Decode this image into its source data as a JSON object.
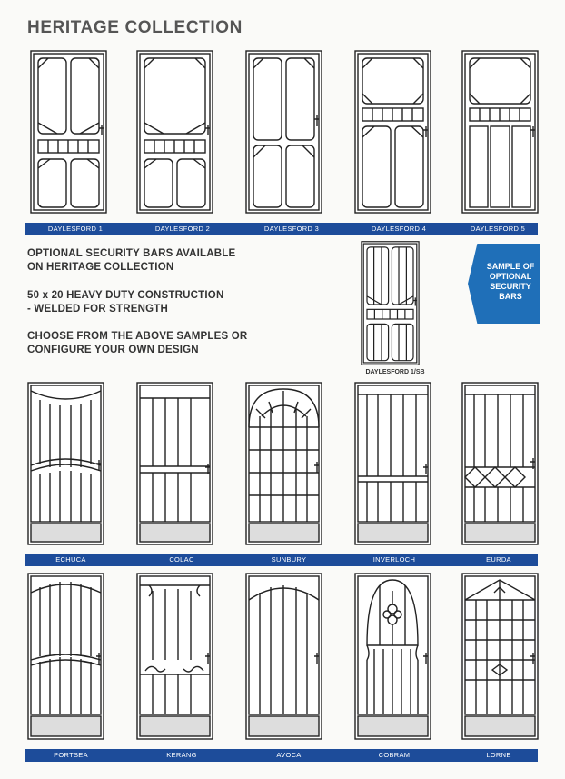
{
  "title": "HERITAGE COLLECTION",
  "row1_labels": [
    "DAYLESFORD 1",
    "DAYLESFORD 2",
    "DAYLESFORD 3",
    "DAYLESFORD 4",
    "DAYLESFORD 5"
  ],
  "info": {
    "line1": "OPTIONAL SECURITY BARS AVAILABLE",
    "line2": "ON HERITAGE COLLECTION",
    "line3": "50 x 20 HEAVY DUTY CONSTRUCTION",
    "line4": "- WELDED FOR STRENGTH",
    "line5": "CHOOSE FROM THE ABOVE SAMPLES OR",
    "line6": "CONFIGURE YOUR OWN DESIGN"
  },
  "sample_badge": {
    "line1": "SAMPLE OF",
    "line2": "OPTIONAL",
    "line3": "SECURITY",
    "line4": "BARS"
  },
  "sample_door_label": "DAYLESFORD 1/SB",
  "row2_labels": [
    "ECHUCA",
    "COLAC",
    "SUNBURY",
    "INVERLOCH",
    "EURDA"
  ],
  "row3_labels": [
    "PORTSEA",
    "KERANG",
    "AVOCA",
    "COBRAM",
    "LORNE"
  ],
  "colors": {
    "label_bar": "#1d4c9a",
    "badge": "#1f6fb8",
    "title": "#555555"
  }
}
